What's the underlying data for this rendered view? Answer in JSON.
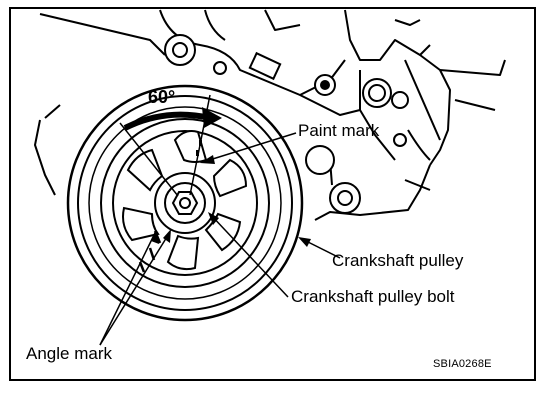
{
  "figure": {
    "angle_label": "60°",
    "callouts": {
      "paint_mark": "Paint mark",
      "crankshaft_pulley": "Crankshaft pulley",
      "crankshaft_pulley_bolt": "Crankshaft pulley bolt",
      "angle_mark": "Angle mark"
    },
    "figure_code": "SBIA0268E"
  }
}
